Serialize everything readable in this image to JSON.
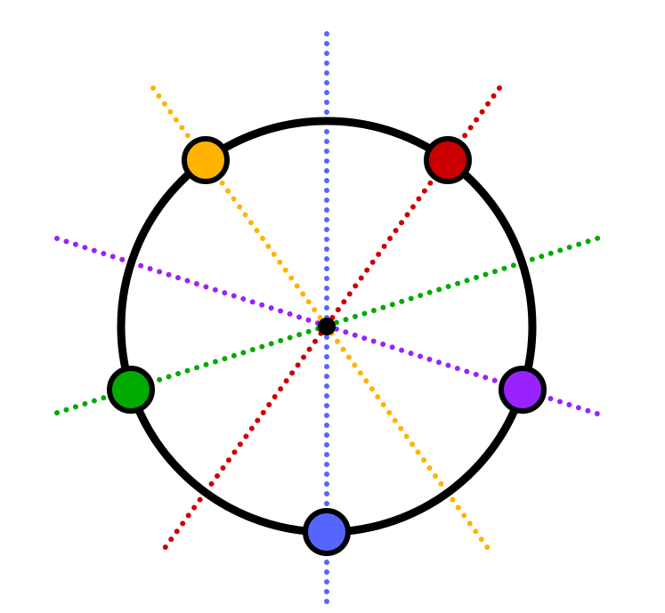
{
  "diagram": {
    "colors": {
      "background": "#ffffff",
      "circle_stroke": "#000000",
      "center_dot": "#000000"
    },
    "points": [
      {
        "id": "blue",
        "color": "#5566FF"
      },
      {
        "id": "purple",
        "color": "#9922FF"
      },
      {
        "id": "red",
        "color": "#CC0000"
      },
      {
        "id": "orange",
        "color": "#FFB300"
      },
      {
        "id": "green",
        "color": "#00AA00"
      }
    ]
  }
}
